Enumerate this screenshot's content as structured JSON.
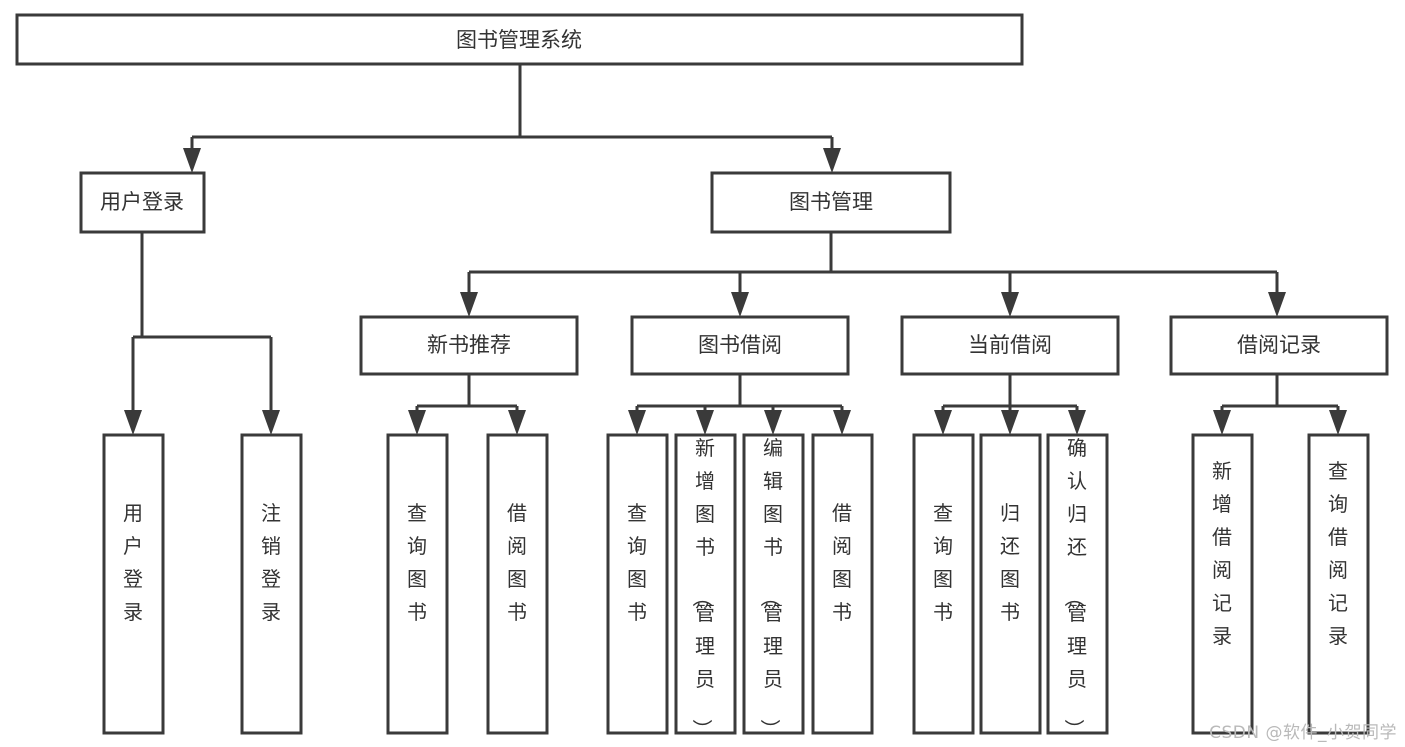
{
  "diagram": {
    "title": "图书管理系统",
    "type": "tree",
    "colors": {
      "box_border": "#3a3a3a",
      "box_fill": "#ffffff",
      "text": "#333333",
      "connector": "#3a3a3a",
      "watermark": "#b9b9b9",
      "background": "#ffffff"
    },
    "root": {
      "label": "图书管理系统"
    },
    "level1": [
      {
        "label": "用户登录"
      },
      {
        "label": "图书管理"
      }
    ],
    "level2": [
      {
        "label": "新书推荐"
      },
      {
        "label": "图书借阅"
      },
      {
        "label": "当前借阅"
      },
      {
        "label": "借阅记录"
      }
    ],
    "leaves": {
      "user_login": [
        {
          "label": "用户登录"
        },
        {
          "label": "注销登录"
        }
      ],
      "new_book": [
        {
          "label": "查询图书"
        },
        {
          "label": "借阅图书"
        }
      ],
      "book_borrow": [
        {
          "label": "查询图书"
        },
        {
          "label": "新增图书（管理员）"
        },
        {
          "label": "编辑图书（管理员）"
        },
        {
          "label": "借阅图书"
        }
      ],
      "current_borrow": [
        {
          "label": "查询图书"
        },
        {
          "label": "归还图书"
        },
        {
          "label": "确认归还（管理员）"
        }
      ],
      "borrow_record": [
        {
          "label": "新增借阅记录"
        },
        {
          "label": "查询借阅记录"
        }
      ]
    },
    "watermark": "CSDN @软件_小贺同学"
  }
}
